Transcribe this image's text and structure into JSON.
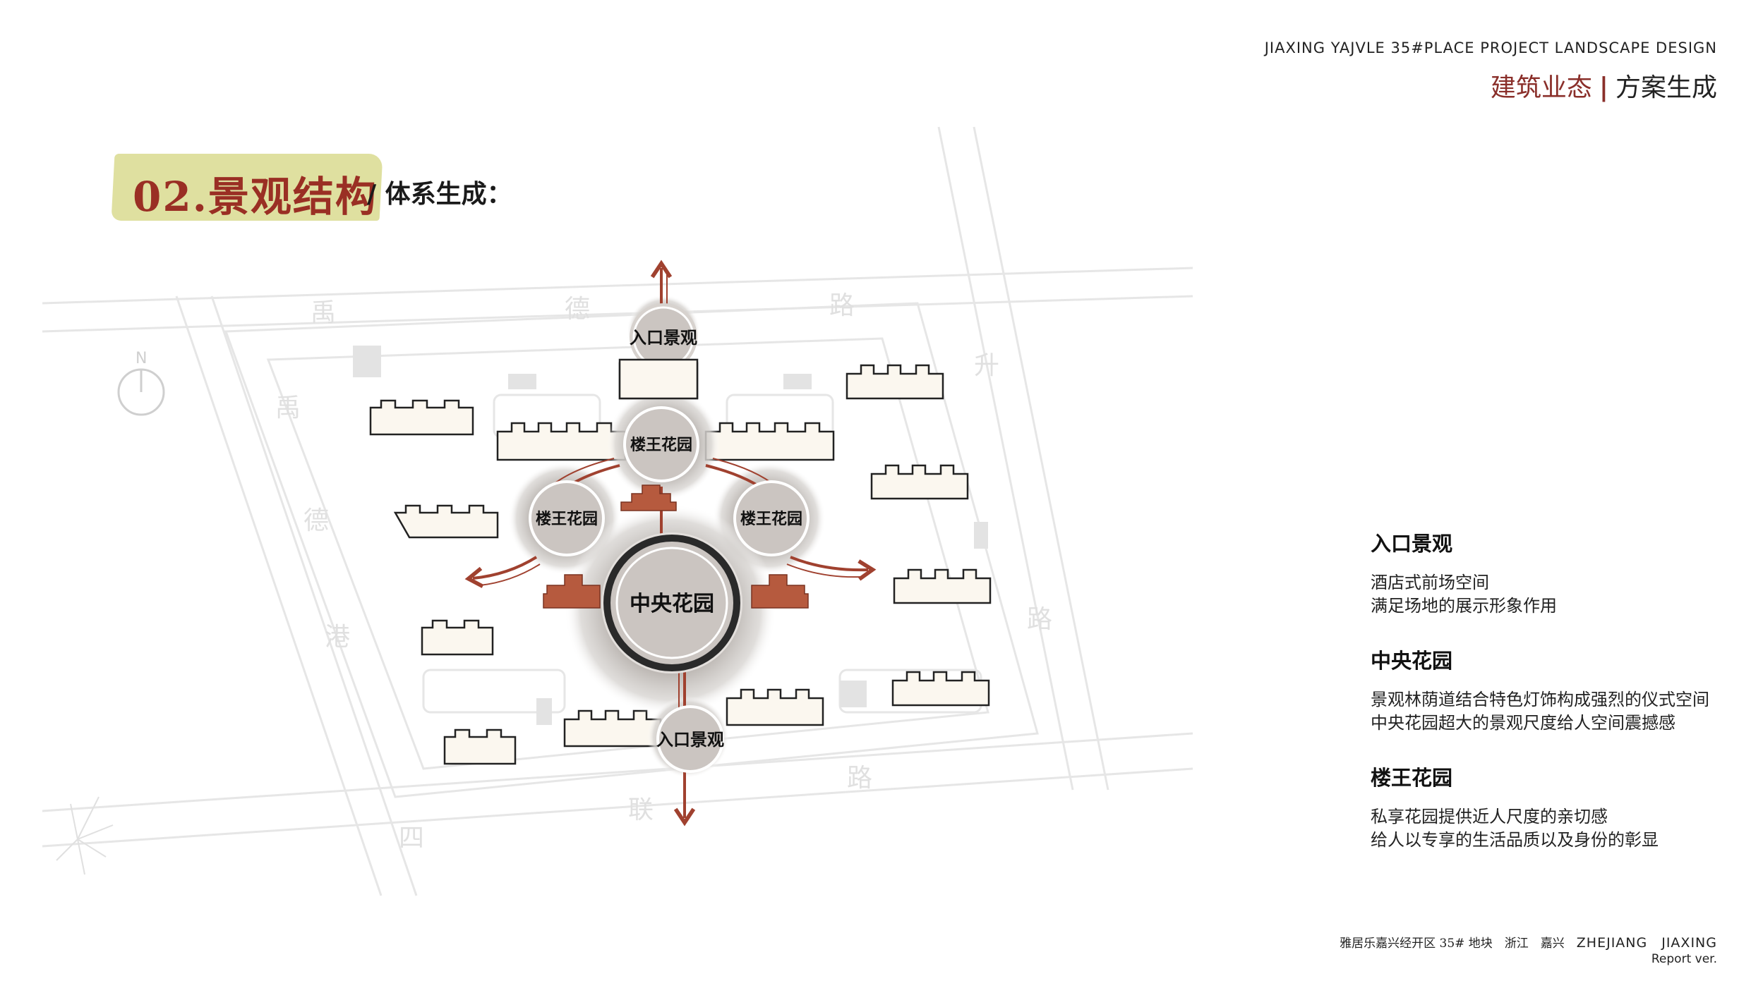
{
  "header": {
    "project_en": "JIAXING YAJVLE 35#PLACE PROJECT LANDSCAPE DESIGN",
    "section_a": "建筑业态",
    "divider": "|",
    "section_b": "方案生成"
  },
  "title": {
    "main": "02.景观结构",
    "sub": "/ 体系生成："
  },
  "compass": {
    "label": "N"
  },
  "map": {
    "road_chars": [
      "禹",
      "德",
      "路",
      "禹",
      "德",
      "港",
      "升",
      "路",
      "路",
      "联",
      "四"
    ]
  },
  "diagram": {
    "nodes": {
      "entrance_top": "入口景观",
      "king_top": "楼王花园",
      "king_left": "楼王花园",
      "king_right": "楼王花园",
      "central": "中央花园",
      "entrance_bottom": "入口景观"
    }
  },
  "legend": [
    {
      "heading": "入口景观",
      "lines": [
        "酒店式前场空间",
        "满足场地的展示形象作用"
      ]
    },
    {
      "heading": "中央花园",
      "lines": [
        "景观林荫道结合特色灯饰构成强烈的仪式空间",
        "中央花园超大的景观尺度给人空间震撼感"
      ]
    },
    {
      "heading": "楼王花园",
      "lines": [
        "私享花园提供近人尺度的亲切感",
        "给人以专享的生活品质以及身份的彰显"
      ]
    }
  ],
  "footer": {
    "location_cn": "雅居乐嘉兴经开区 35# 地块　浙江　嘉兴",
    "location_en": "ZHEJIANG　JIAXING",
    "report": "Report ver."
  },
  "colors": {
    "accent_red": "#8a2f2a",
    "arrow": "#a0412f",
    "building_red": "#b65a3e",
    "title_bg": "#dfe0a0"
  }
}
